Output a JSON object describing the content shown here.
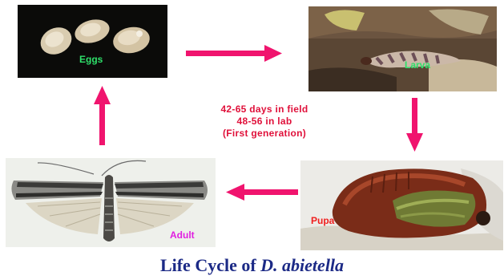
{
  "stages": {
    "eggs": {
      "label": "Eggs",
      "color": "#2ee06a"
    },
    "larva": {
      "label": "Larva",
      "color": "#2ee06a"
    },
    "pupa": {
      "label": "Pupa",
      "color": "#f01e1e"
    },
    "adult": {
      "label": "Adult",
      "color": "#e020e0"
    }
  },
  "arrow_color": "#f0146e",
  "duration": {
    "line1": "42-65 days in field",
    "line2": "48-56 in lab",
    "line3": "(First generation)"
  },
  "title": {
    "prefix": "Life Cycle of ",
    "species": "D. abietella"
  }
}
